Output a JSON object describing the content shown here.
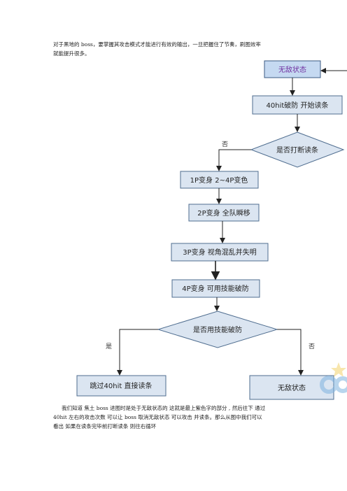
{
  "intro": {
    "line1": "对于黑地的 boss，要掌握其攻击模式才能进行有效的输出，一旦把握住了节奏，刷图效率",
    "line2": "就能提升很多。"
  },
  "flow": {
    "invincible_top": "无敌状态",
    "break_start": "40hit破防 开始读条",
    "decision_interrupt": "是否打断读条",
    "no_label_1": "否",
    "p1": "1P变身 2~4P变色",
    "p2": "2P变身 全队瞬移",
    "p3": "3P变身 视角混乱并失明",
    "p4": "4P变身 可用技能破防",
    "decision_skill": "是否用技能破防",
    "yes_label": "是",
    "no_label_2": "否",
    "skip": "跳过40hit 直接读条",
    "invincible_bottom": "无敌状态"
  },
  "outro": {
    "line1": "我们知道  焦土 boss 进图时是处于无敌状态的  这就是最上紫色字的部分 , 然后往下  通过",
    "line2": "40hit 左右的攻击次数  可以让 boss 取消无敌状态  可以攻击  并读条。那么从图中我们可以",
    "line3": "看出  如果在读条完毕前打断读条  则往右循环"
  },
  "colors": {
    "box_fill": "#dbe5f1",
    "box_stroke": "#4f6d8f",
    "accent_text": "#7030a0"
  },
  "icons": {
    "watermark": "logo-watermark"
  }
}
